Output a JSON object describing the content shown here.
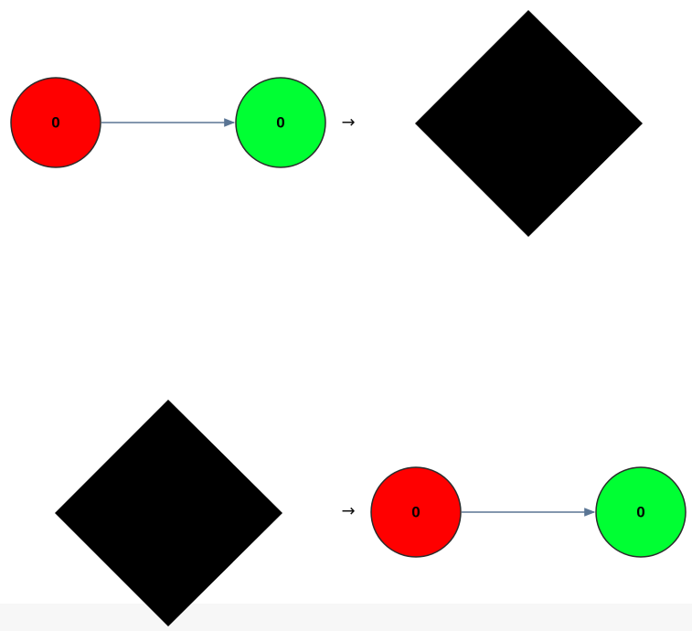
{
  "colors": {
    "source_node_fill": "#ff0000",
    "target_node_fill": "#00ff33",
    "node_stroke": "#2b2b2b",
    "edge_color": "#5a7594",
    "diamond_fill": "#000000"
  },
  "rows": [
    {
      "source_node": {
        "label": "0",
        "color": "red"
      },
      "target_node": {
        "label": "0",
        "color": "green"
      },
      "transition_arrow": "→"
    },
    {
      "transition_arrow": "→",
      "source_node": {
        "label": "0",
        "color": "red"
      },
      "target_node": {
        "label": "0",
        "color": "green"
      }
    }
  ]
}
